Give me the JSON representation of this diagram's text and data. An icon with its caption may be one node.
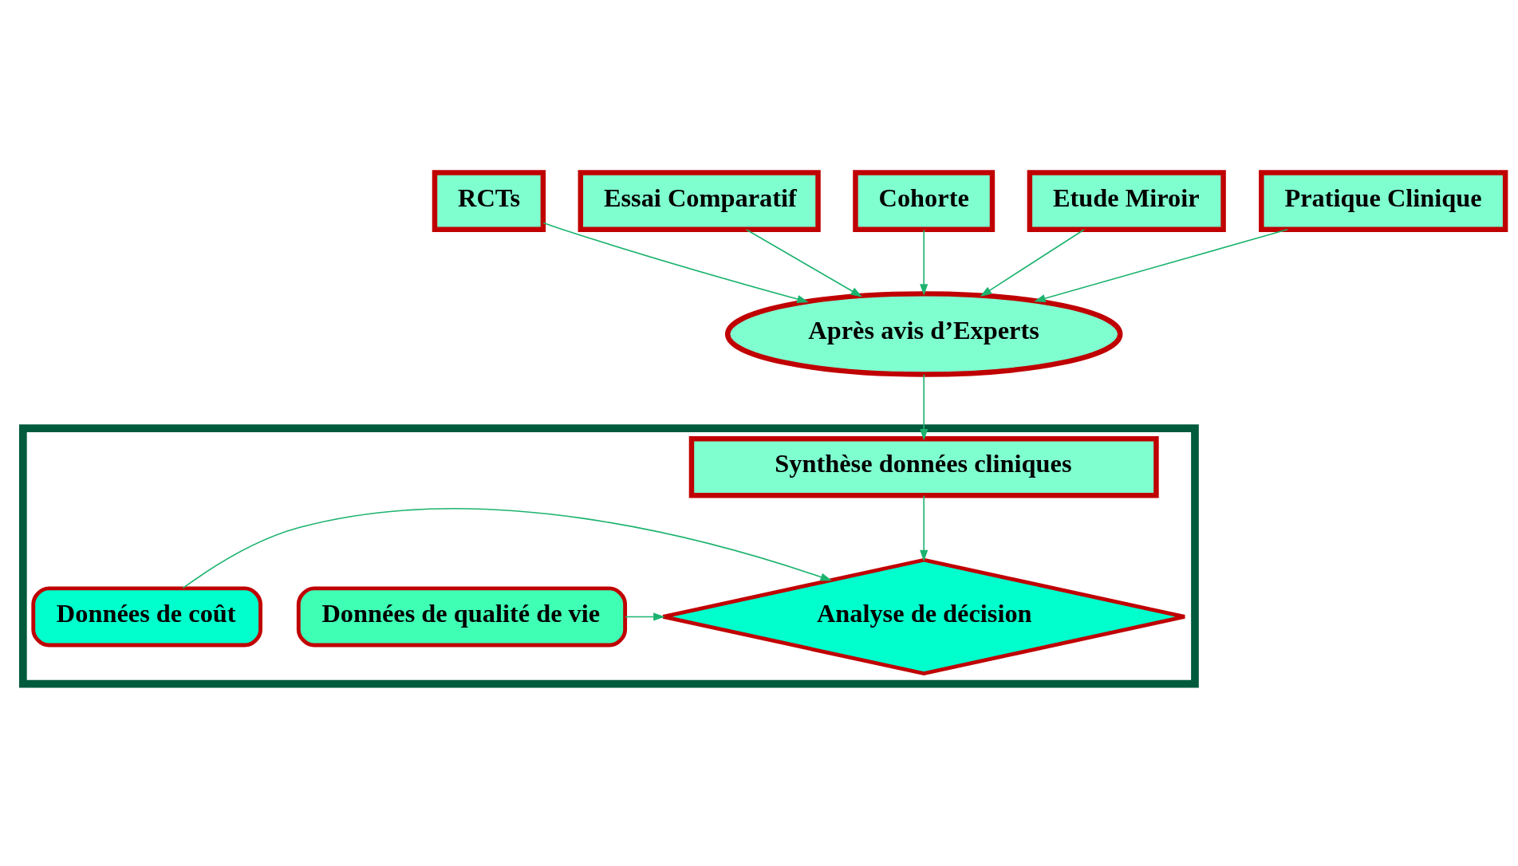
{
  "diagram": {
    "nodes": [
      {
        "text": [
          "RCTs"
        ]
      },
      {
        "text": [
          "Essai Comparatif"
        ]
      },
      {
        "text": [
          "Cohorte"
        ]
      },
      {
        "text": [
          "Etude Miroir"
        ]
      },
      {
        "text": [
          "Pratique Clinique"
        ]
      },
      {
        "text": [
          "Après avis d’Experts"
        ]
      },
      {
        "text": [],
        "shape": "box"
      },
      {
        "text": [
          "Synthèse données cliniques"
        ],
        "in": 6
      },
      {
        "text": [
          "Données de qualité de vie"
        ],
        "in": 6
      },
      {
        "text": [
          "Analyse de décision"
        ],
        "in": 6
      },
      {
        "text": [
          "Données de coût"
        ],
        "in": 6
      }
    ],
    "edges": [
      {
        "from": 0,
        "to": 5,
        "arrow": "to"
      },
      {
        "from": 1,
        "to": 5,
        "arrow": "to"
      },
      {
        "from": 2,
        "to": 5,
        "arrow": "to"
      },
      {
        "from": 3,
        "to": 5,
        "arrow": "to"
      },
      {
        "from": 4,
        "to": 5,
        "arrow": "to"
      },
      {
        "from": 5,
        "to": 7,
        "arrow": "to"
      },
      {
        "from": 7,
        "to": 9,
        "arrow": "to"
      },
      {
        "from": 8,
        "to": 9,
        "arrow": "to"
      },
      {
        "from": 10,
        "to": 9,
        "arrow": "to"
      }
    ]
  }
}
